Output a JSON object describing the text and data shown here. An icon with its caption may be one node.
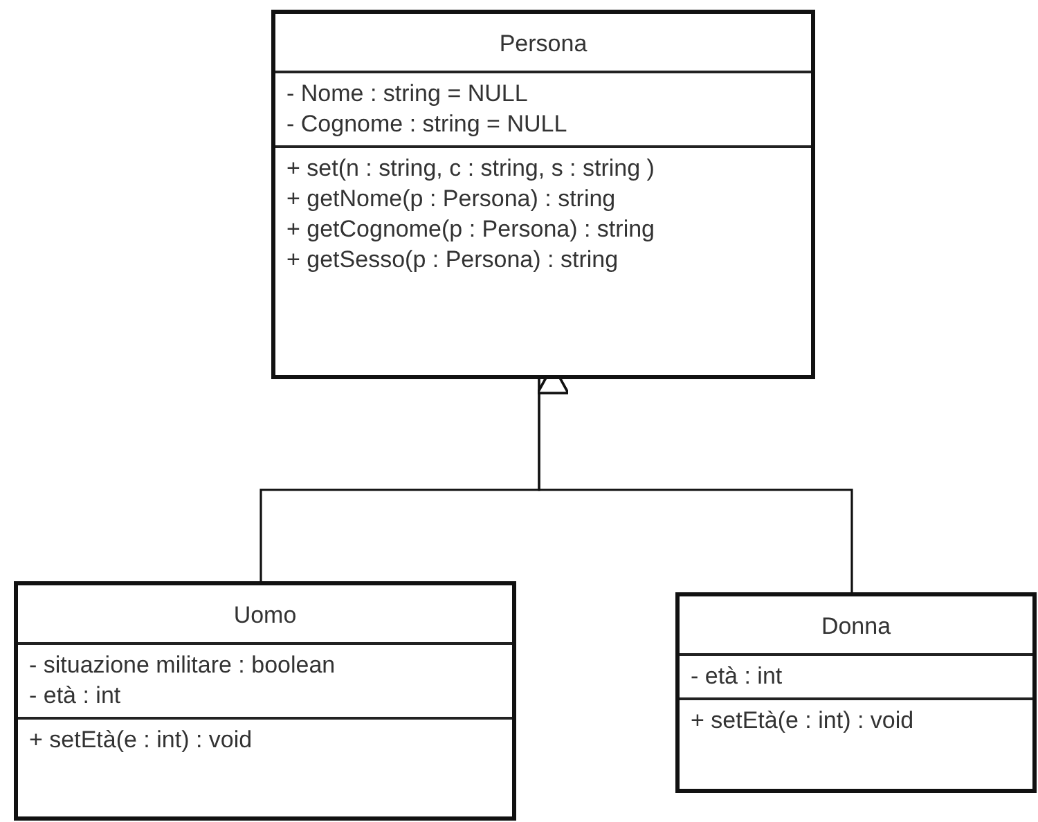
{
  "diagram": {
    "nodes": [
      {
        "text": [
          "Persona",
          "- Nome : string = NULL",
          "- Cognome : string = NULL",
          "+ set(n :  string, c : string, s : string )",
          "+ getNome(p :  Persona) : string",
          "+ getCognome(p : Persona) : string",
          "+ getSesso(p : Persona) : string"
        ]
      },
      {
        "text": [
          "Uomo",
          "- situazione militare : boolean",
          "- età : int",
          "+ setEtà(e : int) : void"
        ]
      },
      {
        "text": [
          "Donna",
          "- età : int",
          "+ setEtà(e : int) : void"
        ]
      }
    ],
    "edges": [
      {
        "from": 1,
        "to": 0,
        "arrow": "to"
      },
      {
        "from": 2,
        "to": 0,
        "arrow": "to"
      }
    ]
  }
}
